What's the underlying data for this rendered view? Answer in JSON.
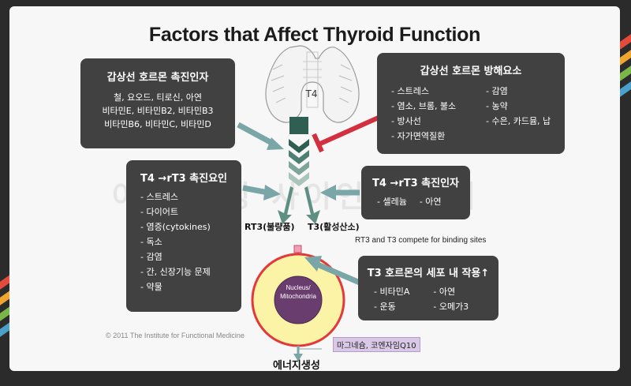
{
  "title": "Factors that Affect Thyroid Function",
  "thyroid_label": "T4",
  "watermark": "아이 건강 사이언스 키키",
  "box_promoters": {
    "heading": "갑상선 호르몬 촉진인자",
    "lines": [
      "철, 요오드, 티로신, 아연",
      "비타민E, 비타민B2, 비타민B3",
      "비타민B6, 비타민C, 비타민D"
    ]
  },
  "box_inhibitors": {
    "heading": "갑상선 호르몬 방해요소",
    "col1": [
      "- 스트레스",
      "- 염소, 브롬, 불소",
      "- 방사선",
      "- 자가면역질환"
    ],
    "col2": [
      "- 감염",
      "- 농약",
      "- 수은, 카드뮴, 납"
    ]
  },
  "box_rt3_factors": {
    "heading": "T4 →rT3 촉진요인",
    "items": [
      "- 스트레스",
      "- 다이어트",
      "- 염증(cytokines)",
      "- 독소",
      "- 감염",
      "- 간, 신장기능 문제",
      "- 약물"
    ]
  },
  "box_rt3_promoters": {
    "heading": "T4 →rT3 촉진인자",
    "items": [
      "- 셀레늄",
      "- 아연"
    ]
  },
  "box_cell": {
    "heading": "T3 호르몬의 세포 내 작용↑",
    "col1": [
      "- 비타민A",
      "- 운동"
    ],
    "col2": [
      "- 아연",
      "- 오메가3"
    ]
  },
  "rt3_label": "RT3(불량품)",
  "t3_label": "T3(활성산소)",
  "compete_note": "RT3 and T3 compete for binding sites",
  "nucleus_label": "Nucleus/ Mitochondria",
  "copyright": "© 2011 The Institute for Functional Medicine",
  "cofactor": "마그네슘, 코엔자임Q10",
  "energy": "에너지생성",
  "colors": {
    "box_bg": "#414141",
    "arrow_teal": "#7aa6a8",
    "chevron_dark": "#2f5f52",
    "chevron_light": "#7fa59a",
    "inhibit_red": "#d32f3f",
    "cell_yellow": "#fbf3a6",
    "cell_border": "#e23a3a",
    "nucleus": "#6a3d6f",
    "receptor": "#f2a0b0"
  }
}
